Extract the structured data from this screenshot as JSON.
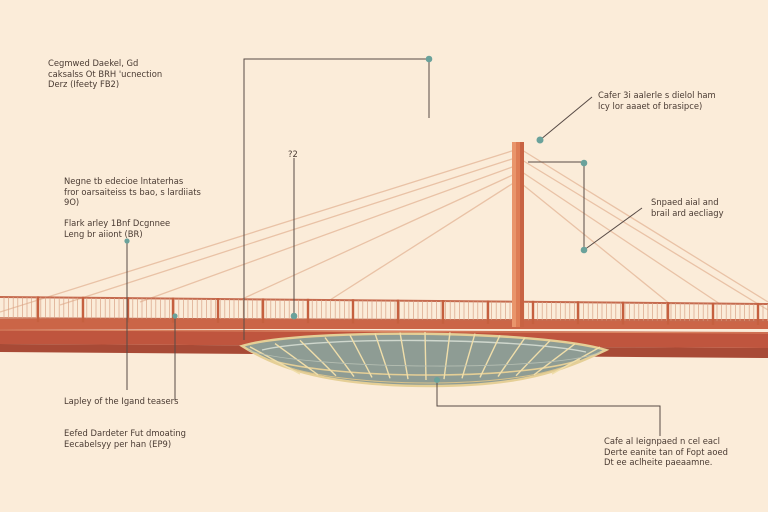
{
  "annotations": {
    "top_left": "Cegmwed Daekel, Gd\ncaksalss Ot BRH 'ucnection\nDerz (Ifeety FB2)",
    "tick_label": "?2",
    "left_mid": "Negne tb edecioe lntaterhas\nfror oarsaiteiss ts bao, s lardiiats\n9O)",
    "left_fork": "Flark arley 1Bnf Dcgnnee\nLeng br aiiont (BR)",
    "left_bottom_a": "Lapley of the Igand teasers",
    "left_bottom_b": "Eefed Dardeter Fut dmoating\nEecabelsyy per han (EP9)",
    "right_top": "Cafer 3i aalerle s dielol ham\nlcy lor aaaet of brasipce)",
    "right_mid": "Snpaed aial and\nbrail ard aecliagy",
    "right_bottom": "Cafe al Ieignpaed n cel eacl\nDerte eanite tan of Fopt aoed\nDt ee aclheite paeaamne."
  },
  "colors": {
    "background": "#fbecd9",
    "deck": "#c4583f",
    "pylon": "#de7d55",
    "cable": "#e9c2a6",
    "bowl_glass": "#8e9c94",
    "bowl_frame": "#e5cf96",
    "leader": "#574a45",
    "dot": "#6aa29b"
  }
}
